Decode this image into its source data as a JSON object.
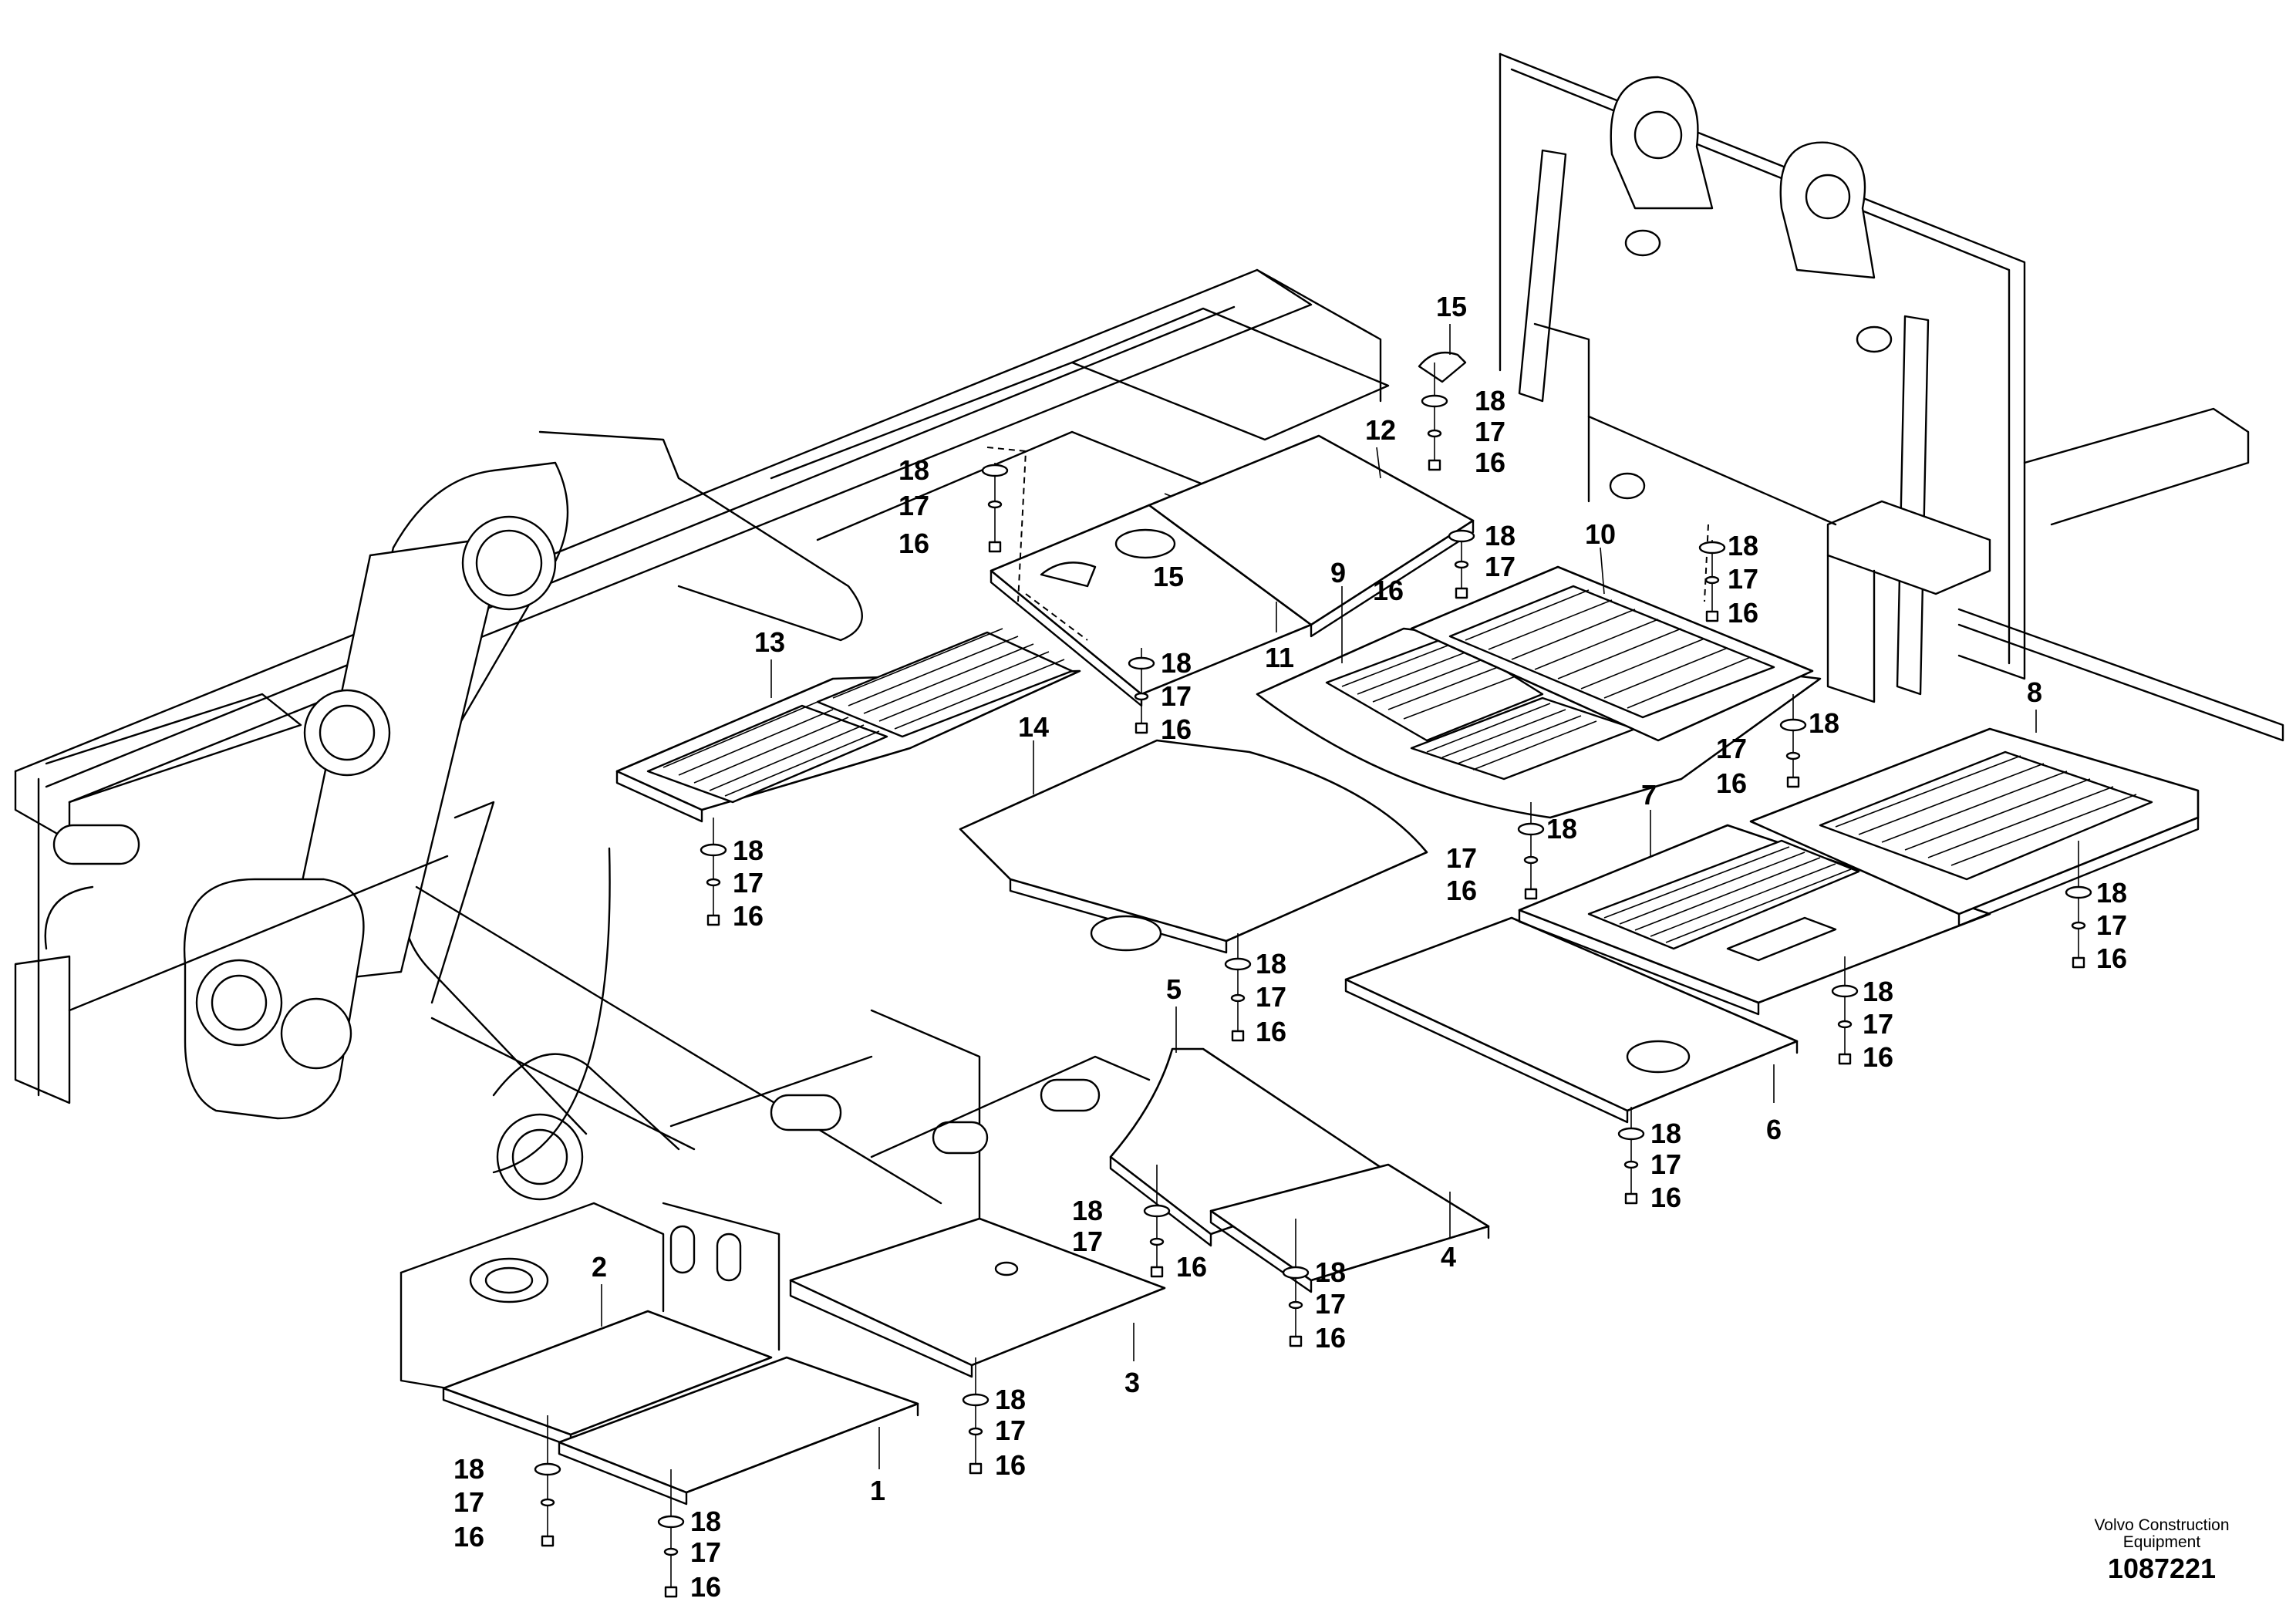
{
  "diagram": {
    "parts": {
      "p1": "1",
      "p2": "2",
      "p3": "3",
      "p4": "4",
      "p5": "5",
      "p6": "6",
      "p7": "7",
      "p8": "8",
      "p9": "9",
      "p10": "10",
      "p11": "11",
      "p12": "12",
      "p13": "13",
      "p14": "14",
      "p15": "15"
    },
    "fastener": {
      "washer": "18",
      "spacer": "17",
      "bolt": "16"
    }
  },
  "footer": {
    "manufacturer_line1": "Volvo Construction",
    "manufacturer_line2": "Equipment",
    "drawing_number": "1087221"
  }
}
